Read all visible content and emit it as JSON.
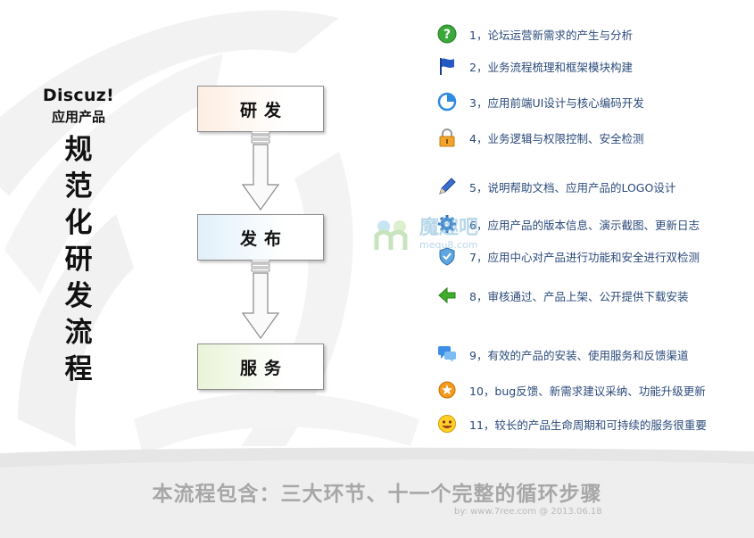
{
  "brand": {
    "name": "Discuz!",
    "subtitle": "应用产品"
  },
  "title_chars": [
    "规",
    "范",
    "化",
    "研",
    "发",
    "流",
    "程"
  ],
  "stages": [
    {
      "label": "研发"
    },
    {
      "label": "发布"
    },
    {
      "label": "服务"
    }
  ],
  "steps": [
    {
      "icon": "help-question-icon",
      "text": "1，论坛运营新需求的产生与分析"
    },
    {
      "icon": "blue-flag-icon",
      "text": "2，业务流程梳理和框架模块构建"
    },
    {
      "icon": "pie-clock-icon",
      "text": "3，应用前端UI设计与核心编码开发"
    },
    {
      "icon": "padlock-icon",
      "text": "4，业务逻辑与权限控制、安全检测"
    },
    {
      "icon": "pencil-icon",
      "text": "5，说明帮助文档、应用产品的LOGO设计"
    },
    {
      "icon": "gear-icon",
      "text": "6，应用产品的版本信息、演示截图、更新日志"
    },
    {
      "icon": "shield-check-icon",
      "text": "7，应用中心对产品进行功能和安全进行双检测"
    },
    {
      "icon": "green-arrow-left-icon",
      "text": "8，审核通过、产品上架、公开提供下载安装"
    },
    {
      "icon": "chat-bubbles-icon",
      "text": "9，有效的产品的安装、使用服务和反馈渠道"
    },
    {
      "icon": "orange-star-icon",
      "text": "10，bug反馈、新需求建议采纳、功能升级更新"
    },
    {
      "icon": "smiley-face-icon",
      "text": "11，较长的产品生命周期和可持续的服务很重要"
    }
  ],
  "watermark": {
    "name": "魔趣吧",
    "url": "mequ8.com"
  },
  "summary": "本流程包含：三大环节、十一个完整的循环步骤",
  "byline": "by: www.7ree.com @ 2013.06.18"
}
